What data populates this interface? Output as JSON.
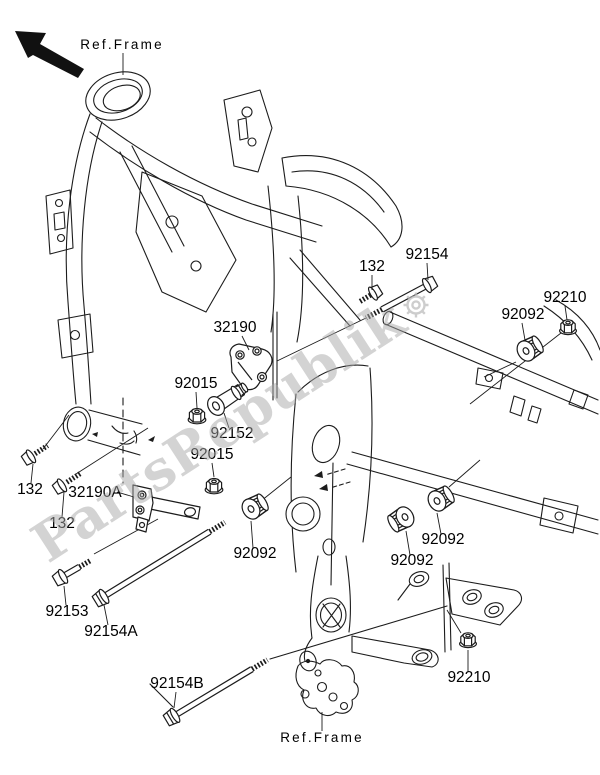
{
  "diagram": {
    "watermark_text": "PartsRepublik",
    "ref_frame_top_label": "Ref.Frame",
    "ref_frame_bottom_label": "Ref.Frame",
    "callouts": [
      {
        "part": "132"
      },
      {
        "part": "92154"
      },
      {
        "part": "92210"
      },
      {
        "part": "92092"
      },
      {
        "part": "32190"
      },
      {
        "part": "92015"
      },
      {
        "part": "92152"
      },
      {
        "part": "92015"
      },
      {
        "part": "132"
      },
      {
        "part": "32190A"
      },
      {
        "part": "132"
      },
      {
        "part": "92092"
      },
      {
        "part": "92092"
      },
      {
        "part": "92092"
      },
      {
        "part": "92153"
      },
      {
        "part": "92154A"
      },
      {
        "part": "92210"
      },
      {
        "part": "92154B"
      }
    ]
  }
}
